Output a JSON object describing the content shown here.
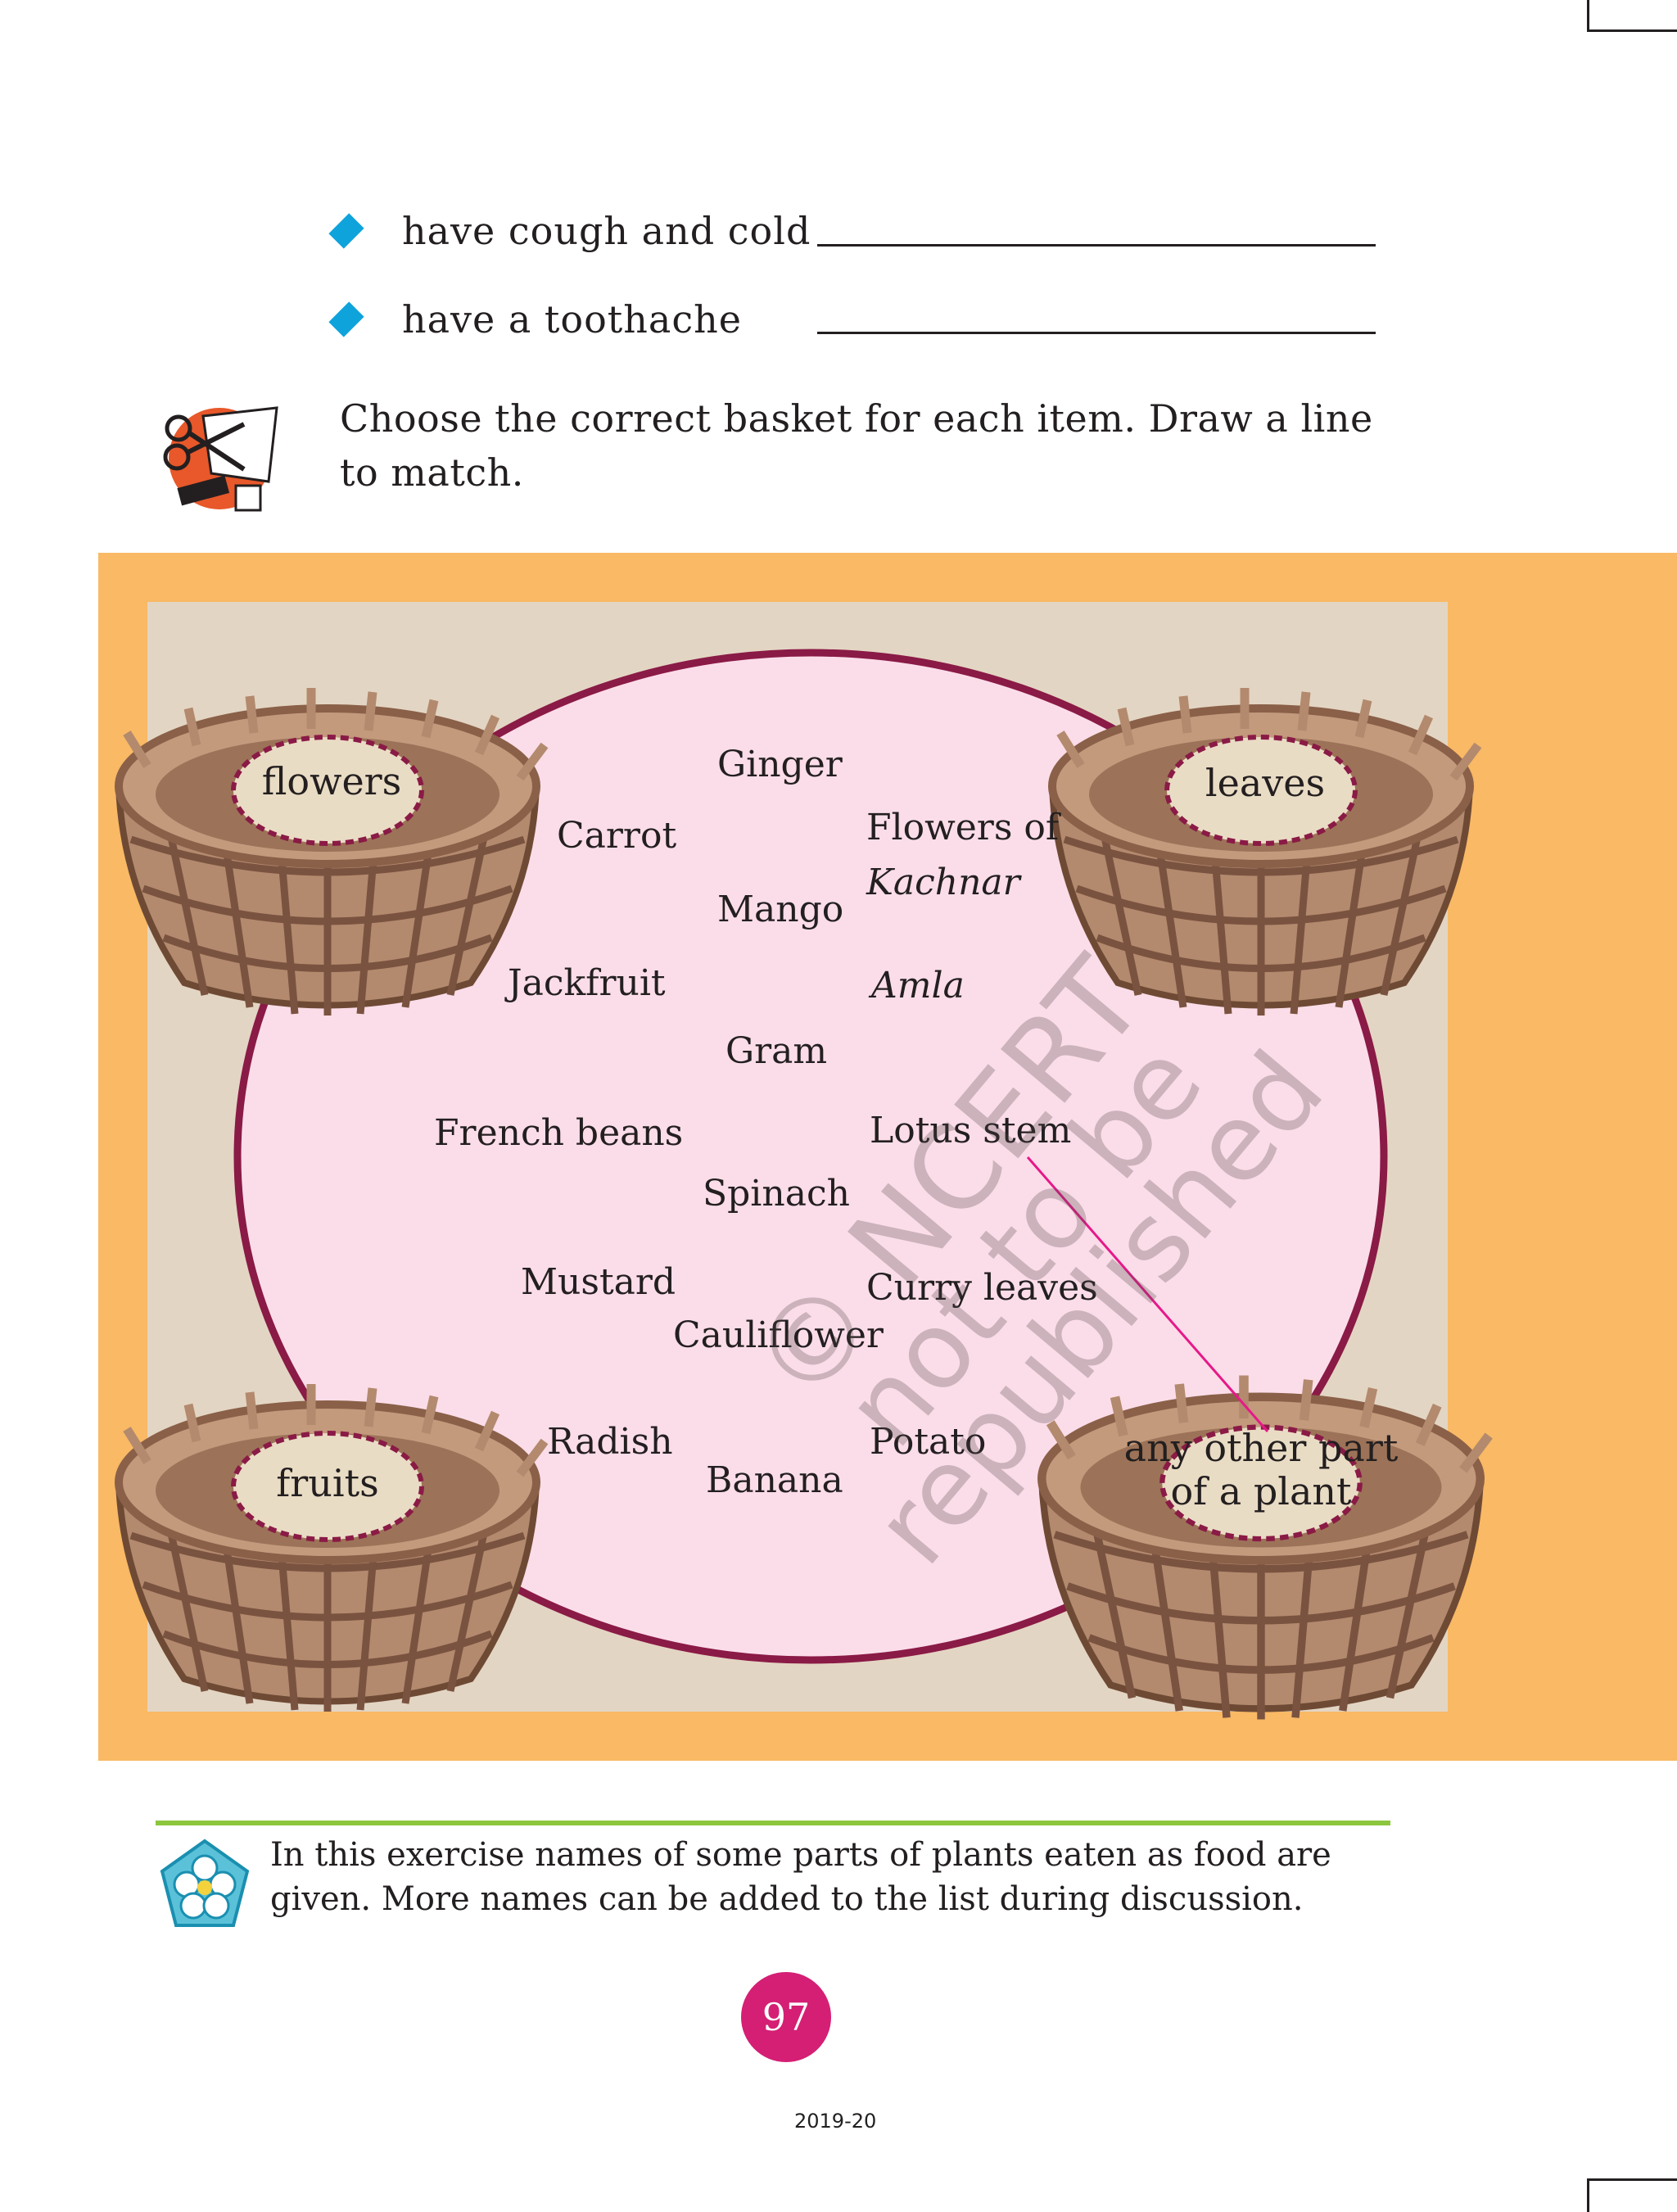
{
  "bullets": [
    {
      "text": "have  cough  and  cold"
    },
    {
      "text": "have  a  toothache"
    }
  ],
  "instruction": "Choose the correct basket for each item. Draw a line to match.",
  "baskets": {
    "flowers": "flowers",
    "leaves": "leaves",
    "fruits": "fruits",
    "other_line1": "any other part",
    "other_line2": "of a plant"
  },
  "items": {
    "ginger": "Ginger",
    "carrot": "Carrot",
    "flowers_of": "Flowers of",
    "kachnar": "Kachnar",
    "mango": "Mango",
    "jackfruit": "Jackfruit",
    "amla": "Amla",
    "gram": "Gram",
    "french_beans": "French beans",
    "lotus_stem": "Lotus stem",
    "spinach": "Spinach",
    "mustard": "Mustard",
    "curry_leaves": "Curry leaves",
    "cauliflower": "Cauliflower",
    "radish": "Radish",
    "potato": "Potato",
    "banana": "Banana"
  },
  "watermark": {
    "line1": "© NCERT",
    "line2": "not to be republished"
  },
  "note": "In this exercise names of some parts of plants eaten as food are given. More names can be added to the list during discussion.",
  "page_number": "97",
  "year": "2019-20",
  "colors": {
    "bullet": "#0fa3dc",
    "orange_panel": "#f9b965",
    "beige_panel": "#e3d5c3",
    "circle_fill": "#fbdde9",
    "circle_border": "#8a1a46",
    "basket": "#9c7358",
    "match_line": "#e6198a",
    "page_badge": "#d41f74",
    "rule": "#8cc63f"
  },
  "icons": [
    "scissors-paper-icon",
    "flower-note-icon"
  ]
}
